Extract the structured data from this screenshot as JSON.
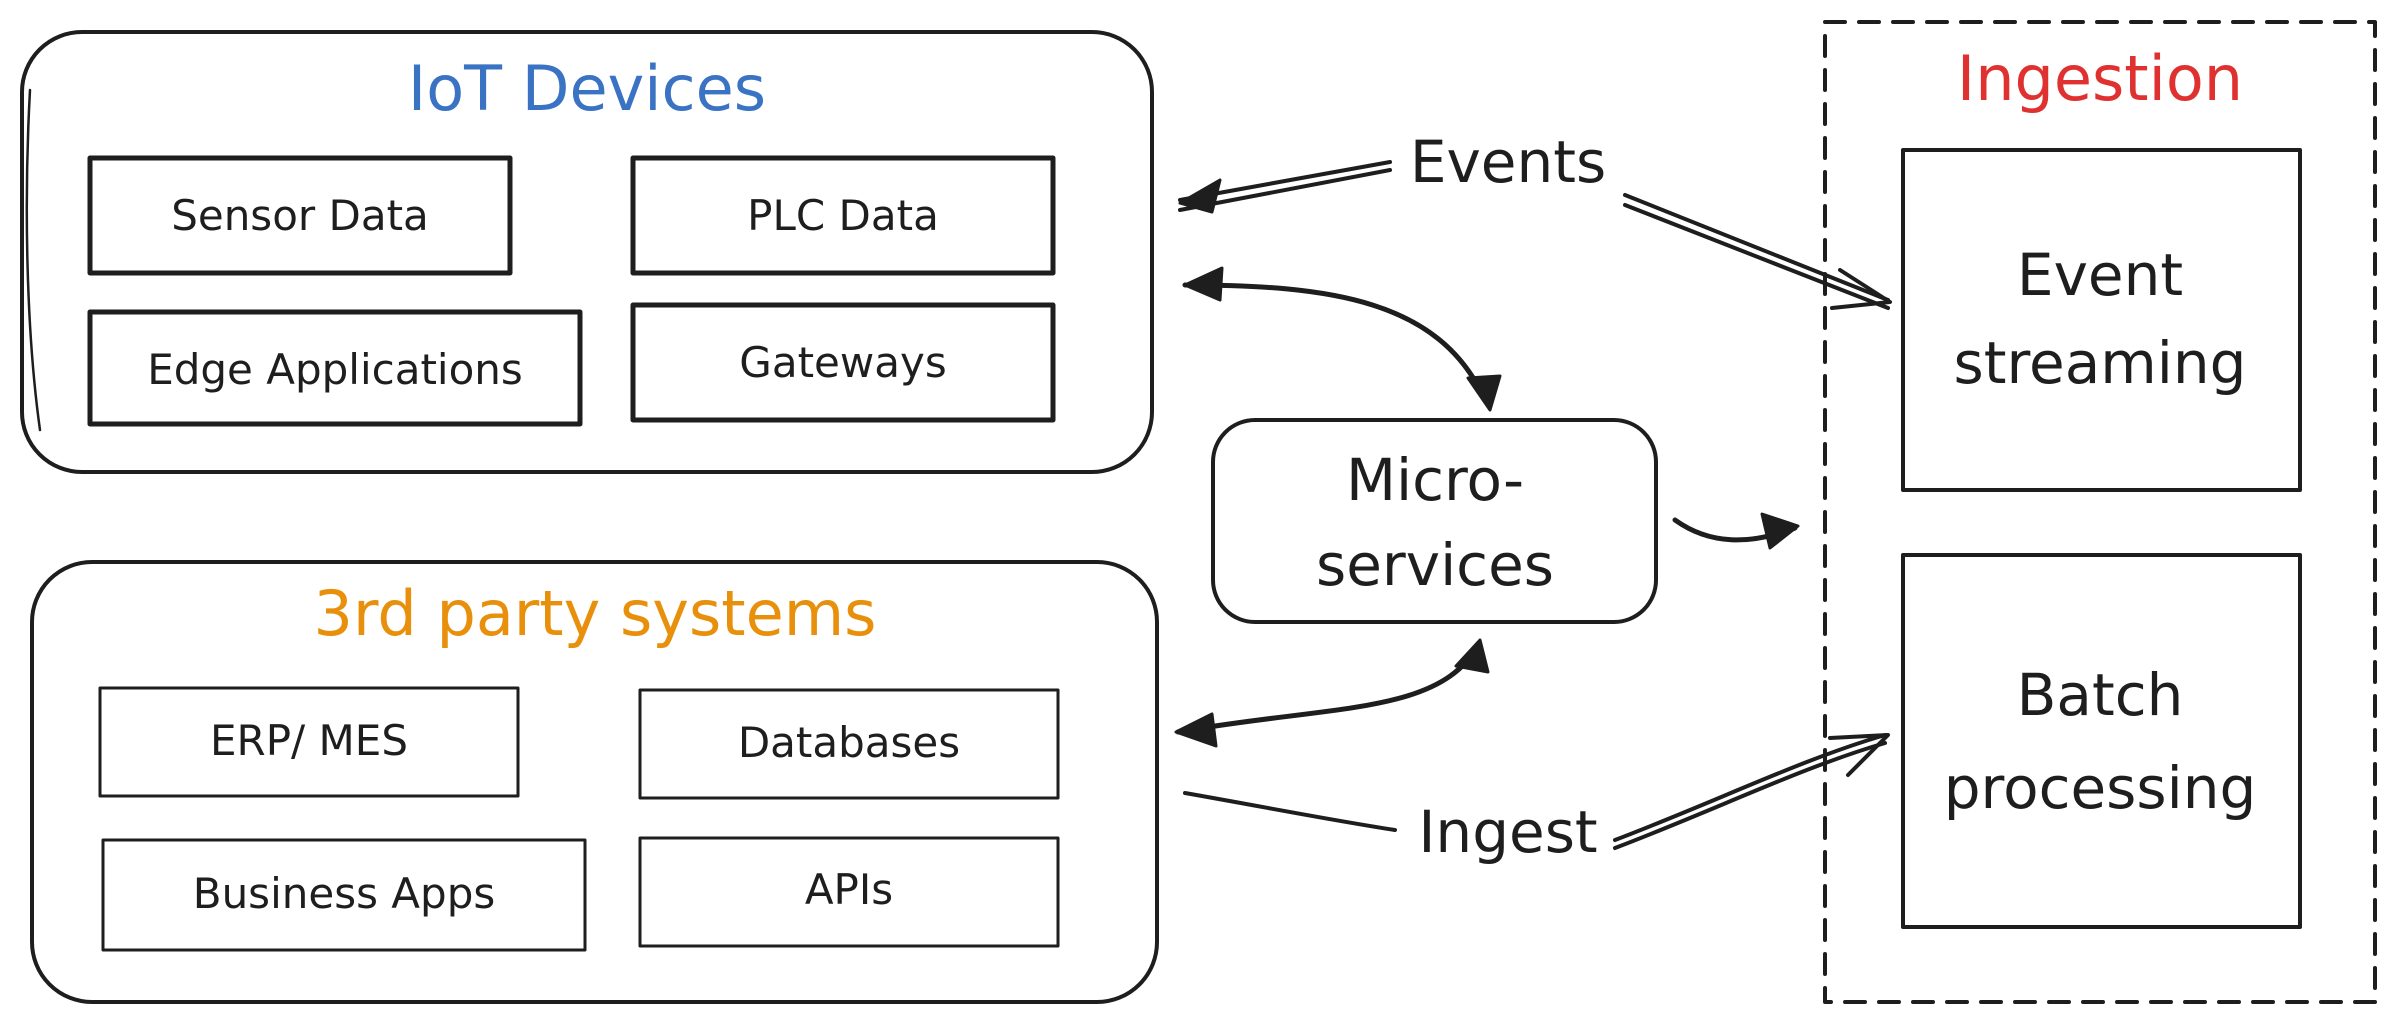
{
  "colors": {
    "ink": "#1e1e1e",
    "iot_title": "#3a73c4",
    "iot_fill": "#a5d8ff",
    "third_party_title": "#e8900c",
    "third_party_fill": "#ffec99",
    "micro_fill": "#b2f2bb",
    "ingestion_title": "#e03131",
    "ingestion_fill": "#ffc9c9"
  },
  "iot_group": {
    "title": "IoT Devices",
    "items": [
      "Sensor Data",
      "PLC Data",
      "Edge Applications",
      "Gateways"
    ]
  },
  "third_party_group": {
    "title": "3rd party systems",
    "items": [
      "ERP/ MES",
      "Databases",
      "Business Apps",
      "APIs"
    ]
  },
  "microservices": {
    "line1": "Micro-",
    "line2": "services"
  },
  "ingestion_group": {
    "title": "Ingestion",
    "event_streaming": {
      "line1": "Event",
      "line2": "streaming"
    },
    "batch_processing": {
      "line1": "Batch",
      "line2": "processing"
    }
  },
  "edges": {
    "events_label": "Events",
    "ingest_label": "Ingest"
  }
}
